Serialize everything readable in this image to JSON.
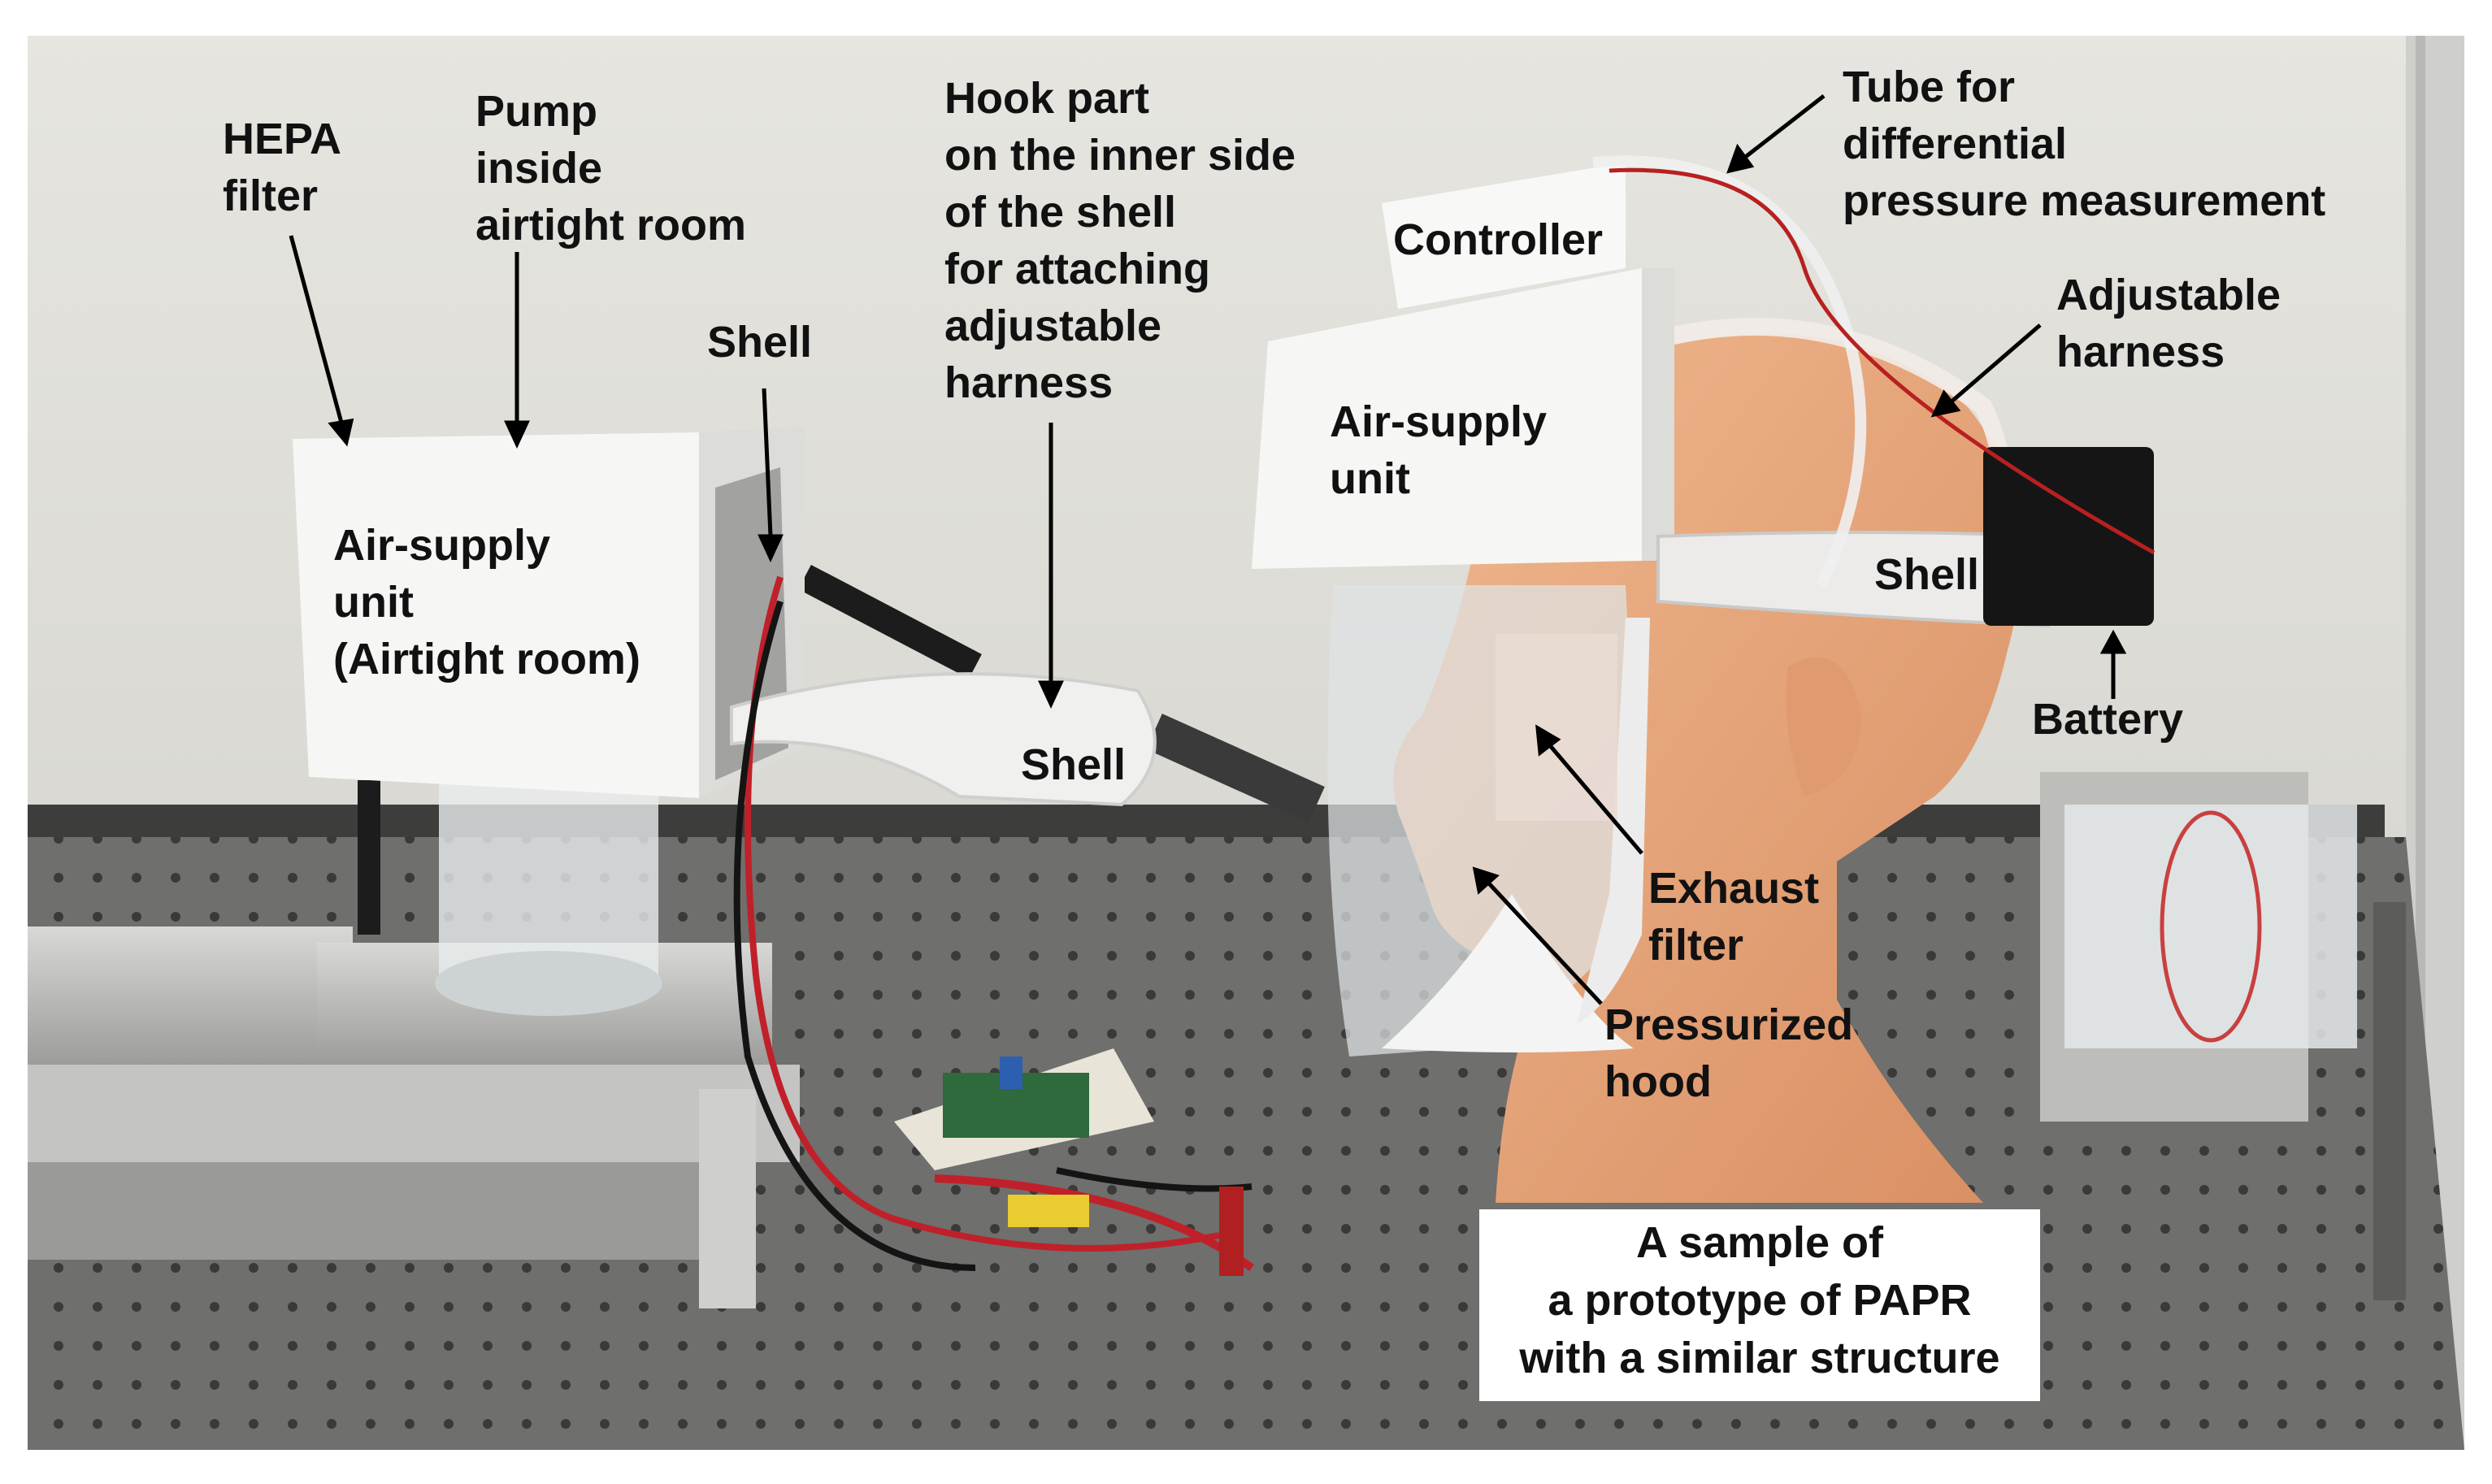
{
  "labels": {
    "hepa_filter": "HEPA\nfilter",
    "pump": "Pump\ninside\nairtight room",
    "shell_left_top": "Shell",
    "hook_part": "Hook part\non the inner side\nof the shell\nfor attaching\nadjustable\nharness",
    "air_supply_left": "Air-supply\nunit\n(Airtight room)",
    "shell_left_band": "Shell",
    "controller": "Controller",
    "tube": "Tube for\ndifferential\npressure measurement",
    "adjustable_harness": "Adjustable\nharness",
    "air_supply_right": "Air-supply\nunit",
    "shell_right": "Shell",
    "battery": "Battery",
    "exhaust_filter": "Exhaust\nfilter",
    "pressurized_hood": "Pressurized\nhood",
    "sample_caption": "A sample of\na prototype of PAPR\nwith a similar structure"
  }
}
